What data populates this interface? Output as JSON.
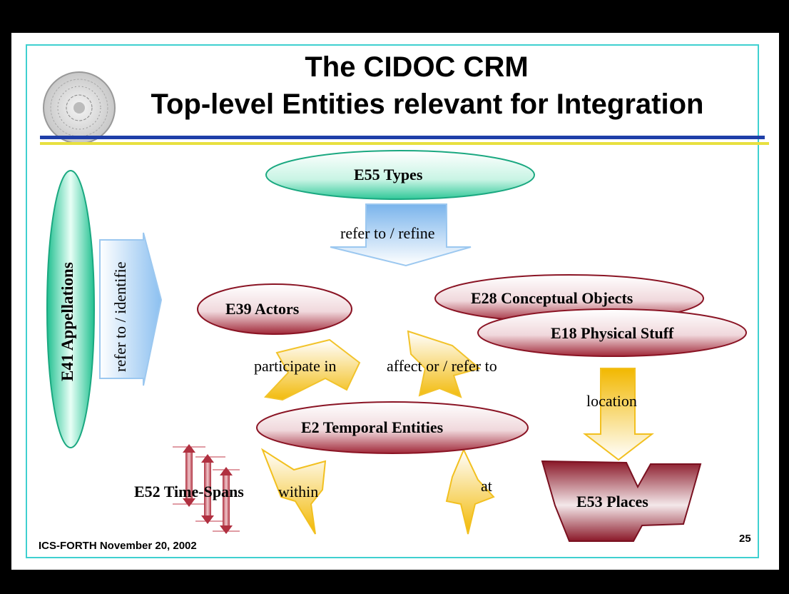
{
  "title": {
    "line1": "The CIDOC CRM",
    "line2": "Top-level Entities relevant for Integration"
  },
  "entities": {
    "types": "E55 Types",
    "appellations": "E41 Appellations",
    "actors": "E39 Actors",
    "conceptual": "E28 Conceptual Objects",
    "physical": "E18 Physical Stuff",
    "temporal": "E2 Temporal Entities",
    "timespans": "E52 Time-Spans",
    "places": "E53 Places"
  },
  "relations": {
    "refer_refine": "refer to / refine",
    "refer_identifie": "refer to / identifie",
    "participate": "participate in",
    "affect": "affect or / refer to",
    "location": "location",
    "within": "within",
    "at": "at"
  },
  "footer": {
    "org_date": "ICS-FORTH  November 20, 2002",
    "page": "25"
  },
  "colors": {
    "teal": "#2ec8a0",
    "maroon": "#9a1a2a",
    "frame": "#3fd0d0",
    "rule_blue": "#1f3fa8",
    "rule_yellow": "#e8e040",
    "arrow_blue": "#9cc8f0",
    "arrow_yellow": "#f2c020"
  },
  "icons": [
    "seal-logo",
    "time-span-arrows-icon"
  ]
}
